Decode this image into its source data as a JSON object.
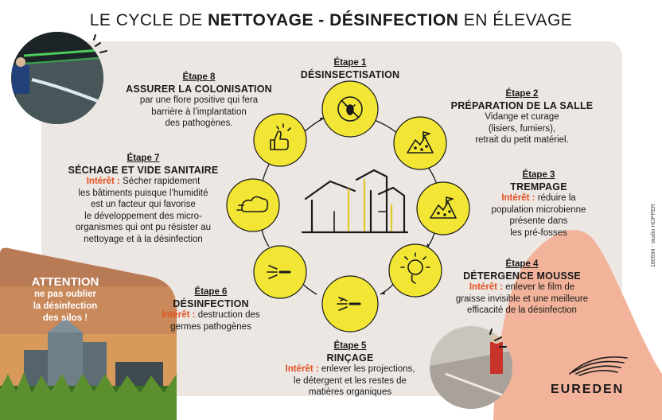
{
  "title": {
    "part1": "LE CYCLE DE ",
    "part2": "NETTOYAGE - DÉSINFECTION",
    "part3": " EN ÉLEVAGE"
  },
  "steps": [
    {
      "num": "Étape 1",
      "name": "DÉSINSECTISATION",
      "lines": [],
      "icon": "insect-icon"
    },
    {
      "num": "Étape 2",
      "name": "PRÉPARATION DE LA SALLE",
      "lines": [
        "Vidange et curage",
        "(lisiers, fumiers),",
        "retrait du petit matériel."
      ],
      "icon": "manure-pile-icon"
    },
    {
      "num": "Étape 3",
      "name": "TREMPAGE",
      "interet": "Intérêt :",
      "lines": [
        "réduire la",
        "population microbienne",
        "présente dans",
        "les pré-fosses"
      ],
      "icon": "soaking-pile-icon"
    },
    {
      "num": "Étape 4",
      "name": "DÉTERGENCE MOUSSE",
      "interet": "Intérêt :",
      "lines": [
        "enlever le film de",
        "graisse invisible et une meilleure",
        "efficacité de la désinfection"
      ],
      "icon": "foam-icon"
    },
    {
      "num": "Étape 5",
      "name": "RINÇAGE",
      "interet": "Intérêt :",
      "lines": [
        "enlever les projections,",
        "le détergent et les restes de",
        "matières organiques"
      ],
      "icon": "rinse-spray-icon"
    },
    {
      "num": "Étape 6",
      "name": "DÉSINFECTION",
      "interet": "Intérêt :",
      "lines": [
        "destruction des",
        "germes pathogènes"
      ],
      "icon": "disinfection-spray-icon"
    },
    {
      "num": "Étape 7",
      "name": "SÉCHAGE ET VIDE SANITAIRE",
      "interet": "Intérêt :",
      "lines": [
        "Sécher rapidement",
        "les bâtiments puisque l’humidité",
        "est un facteur qui favorise",
        "le développement des micro-",
        "organismes qui ont pu résister au",
        "nettoyage et à la désinfection"
      ],
      "icon": "drying-wind-icon"
    },
    {
      "num": "Étape 8",
      "name": "ASSURER LA COLONISATION",
      "lines": [
        "par une flore positive qui fera",
        "barrière à l’implantation",
        "des pathogènes."
      ],
      "icon": "thumbs-up-icon"
    }
  ],
  "attention": {
    "heading": "ATTENTION",
    "lines": [
      "ne pas oublier",
      "la désinfection",
      "des silos !"
    ]
  },
  "brand": "EUREDEN",
  "vertical_credit": "160594 - studio HOPPER",
  "colors": {
    "yellow": "#f2e533",
    "orange": "#e2501f",
    "panel": "#ece7e3",
    "peach": "#f2b39a"
  }
}
